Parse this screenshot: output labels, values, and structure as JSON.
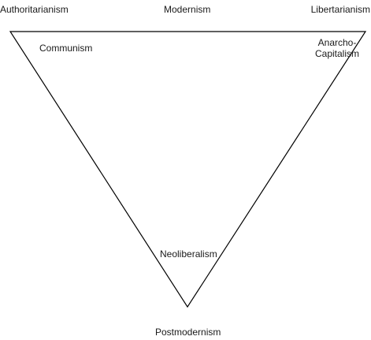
{
  "diagram": {
    "corners": {
      "top_left": "Authoritarianism",
      "top_center": "Modernism",
      "top_right": "Libertarianism",
      "bottom": "Postmodernism"
    },
    "inner_labels": {
      "top_left": "Communism",
      "top_right_line1": "Anarcho-",
      "top_right_line2": "Capitalism",
      "bottom": "Neoliberalism"
    },
    "colors": {
      "stroke": "#000000",
      "text": "#1a1a1a",
      "background": "#ffffff"
    }
  }
}
